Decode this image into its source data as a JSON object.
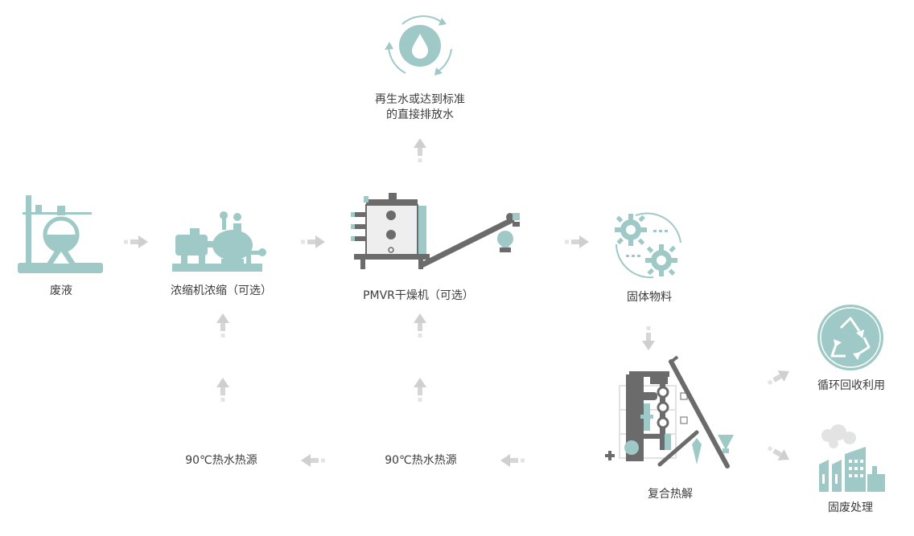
{
  "nodes": {
    "waste_liquid": "废液",
    "concentrator": "浓缩机浓缩（可选）",
    "dryer": "PMVR干燥机（可选）",
    "regenerated_water_line1": "再生水或达到标准",
    "regenerated_water_line2": "的直接排放水",
    "solid_material": "固体物料",
    "pyrolysis": "复合热解",
    "recycle": "循环回收利用",
    "solid_waste": "固废处理",
    "heat_source_left": "90℃热水热源",
    "heat_source_right": "90℃热水热源"
  },
  "colors": {
    "teal": "#9ec9c6",
    "teal_dark": "#7fb5b1",
    "gray_dark": "#6b6b6b",
    "arrow_gray": "#d2d2d2"
  },
  "icons": {
    "waste_liquid": "flask-on-stand-icon",
    "concentrator": "concentrator-machine-icon",
    "dryer": "dryer-machine-icon",
    "water": "water-drop-cycle-icon",
    "solid": "gears-icon",
    "pyrolysis": "pyrolysis-equipment-icon",
    "recycle": "recycle-icon",
    "solid_waste": "factory-icon"
  }
}
